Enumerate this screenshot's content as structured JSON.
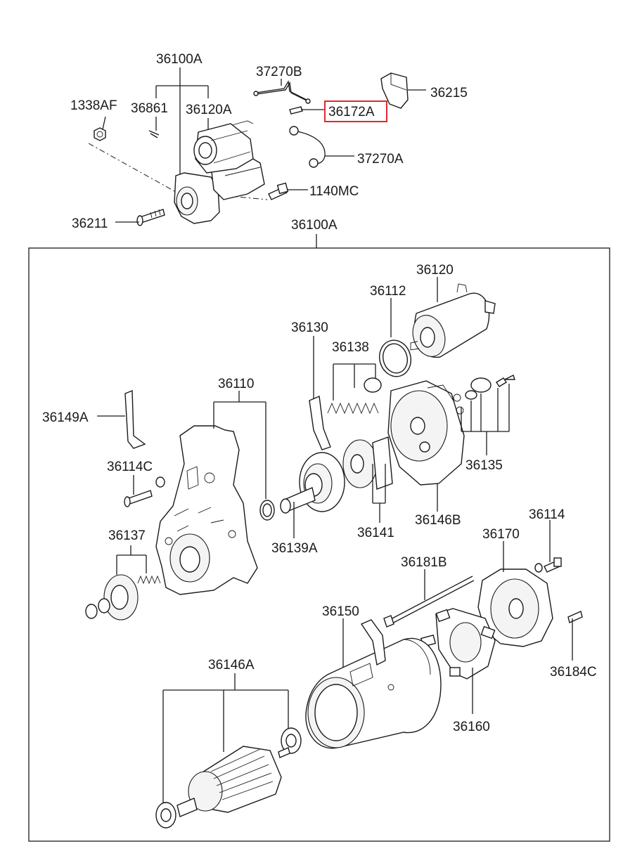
{
  "diagram": {
    "highlight_color": "#e0282e",
    "labels": {
      "p36100A_top": "36100A",
      "p37270B": "37270B",
      "p1338AF": "1338AF",
      "p36861": "36861",
      "p36120A": "36120A",
      "p36172A": "36172A",
      "p36215": "36215",
      "p37270A": "37270A",
      "p1140MC": "1140MC",
      "p36211": "36211",
      "p36100A_box": "36100A",
      "p36120": "36120",
      "p36112": "36112",
      "p36130": "36130",
      "p36138": "36138",
      "p36110": "36110",
      "p36149A": "36149A",
      "p36135": "36135",
      "p36114C": "36114C",
      "p36146B": "36146B",
      "p36139A": "36139A",
      "p36141": "36141",
      "p36137": "36137",
      "p36114": "36114",
      "p36170": "36170",
      "p36181B": "36181B",
      "p36150": "36150",
      "p36184C": "36184C",
      "p36146A": "36146A",
      "p36160": "36160"
    }
  }
}
